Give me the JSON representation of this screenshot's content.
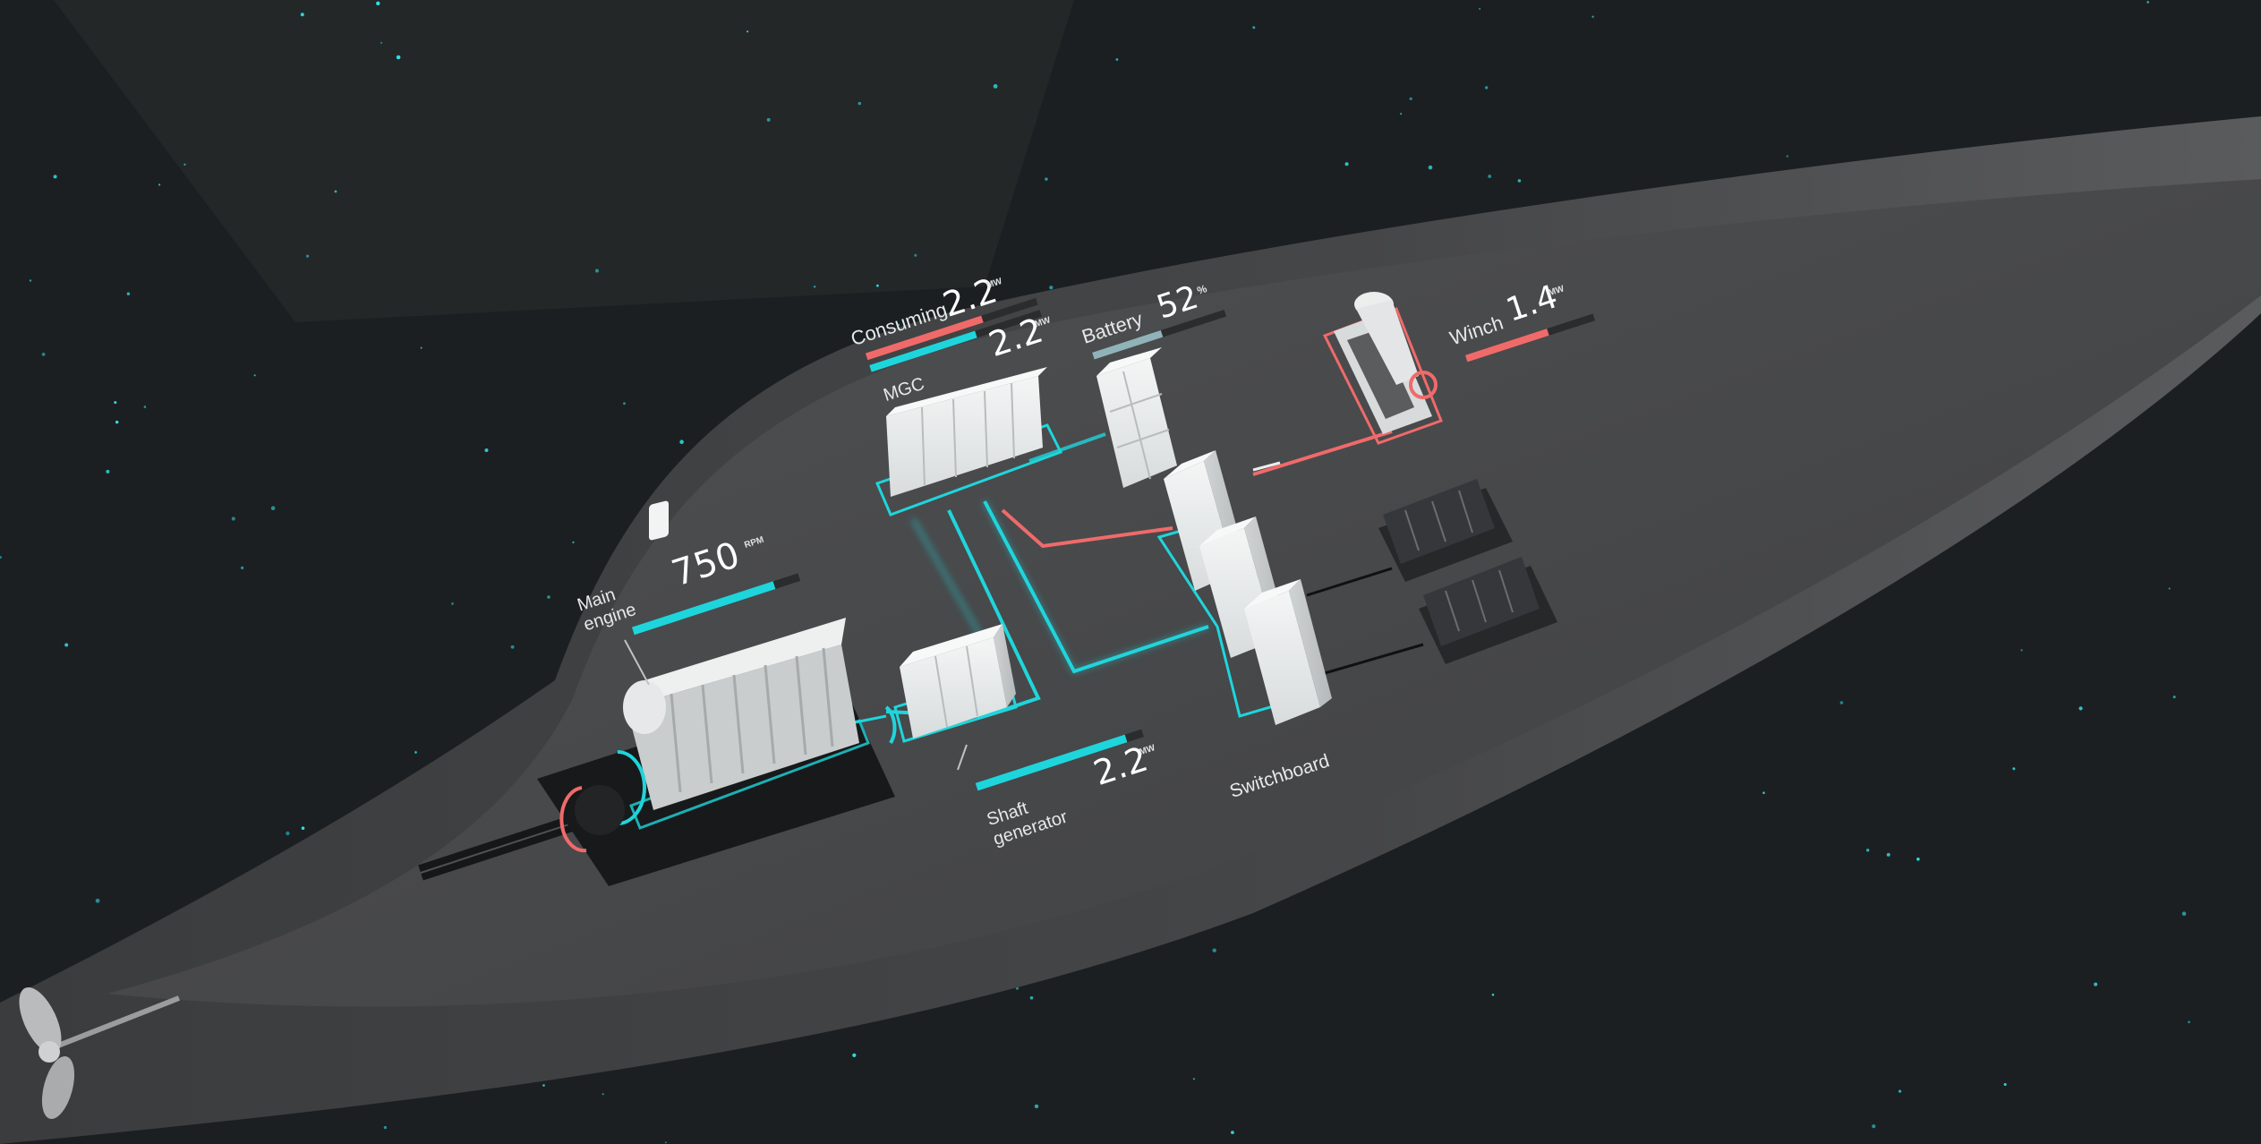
{
  "colors": {
    "background": "#1c1f21",
    "hull": "#3d3f41",
    "deck": "#4a4b4d",
    "accent_cyan": "#1fd5dc",
    "accent_red": "#f06a6a",
    "battery_bar": "#8fb3b8",
    "equipment": "#e9ecec"
  },
  "consuming": {
    "label": "Consuming",
    "value": "2.2",
    "unit": "MW",
    "bar_fraction": 0.68
  },
  "mgc": {
    "label": "MGC",
    "value": "2.2",
    "unit": "MW",
    "bar_fraction": 0.62
  },
  "battery": {
    "label": "Battery",
    "value": "52",
    "unit": "%",
    "bar_fraction": 0.52
  },
  "winch": {
    "label": "Winch",
    "value": "1.4",
    "unit": "MW",
    "bar_fraction": 0.64
  },
  "main_engine": {
    "label_line1": "Main",
    "label_line2": "engine",
    "value": "750",
    "unit": "RPM",
    "bar_fraction": 0.85
  },
  "shaft_generator": {
    "label_line1": "Shaft",
    "label_line2": "generator",
    "value": "2.2",
    "unit": "MW",
    "bar_fraction": 0.9
  },
  "switchboard": {
    "label": "Switchboard"
  }
}
